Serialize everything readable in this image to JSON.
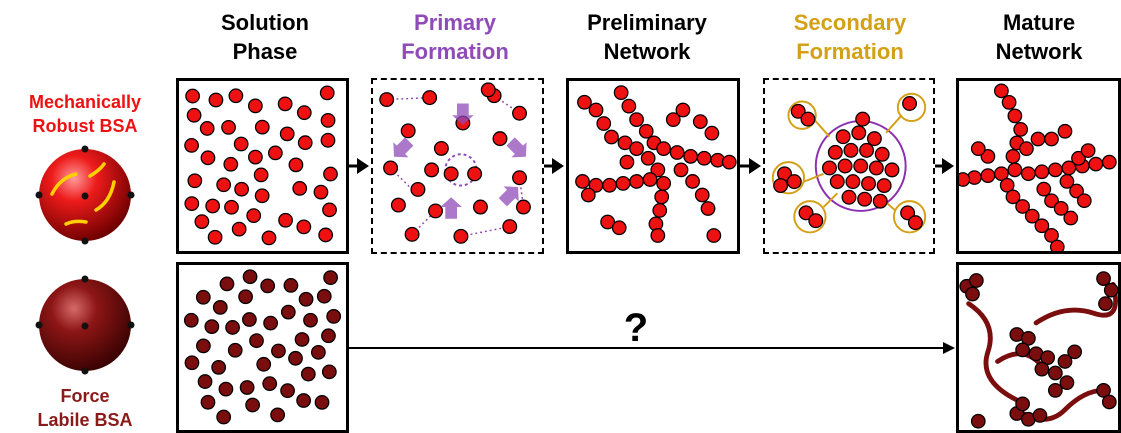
{
  "headers": {
    "solution": [
      "Solution",
      "Phase"
    ],
    "primary": [
      "Primary",
      "Formation"
    ],
    "preliminary": [
      "Preliminary",
      "Network"
    ],
    "secondary": [
      "Secondary",
      "Formation"
    ],
    "mature": [
      "Mature",
      "Network"
    ]
  },
  "labels": {
    "robust": [
      "Mechanically",
      "Robust BSA"
    ],
    "labile": [
      "Force",
      "Labile BSA"
    ]
  },
  "question_mark": "?",
  "colors": {
    "robust_particle": "#ee1111",
    "labile_particle": "#7a0d0d",
    "primary_accent": "#8f4bb8",
    "secondary_accent": "#d4a017",
    "robust_label": "#ee1111",
    "labile_label": "#8b1a1a"
  }
}
